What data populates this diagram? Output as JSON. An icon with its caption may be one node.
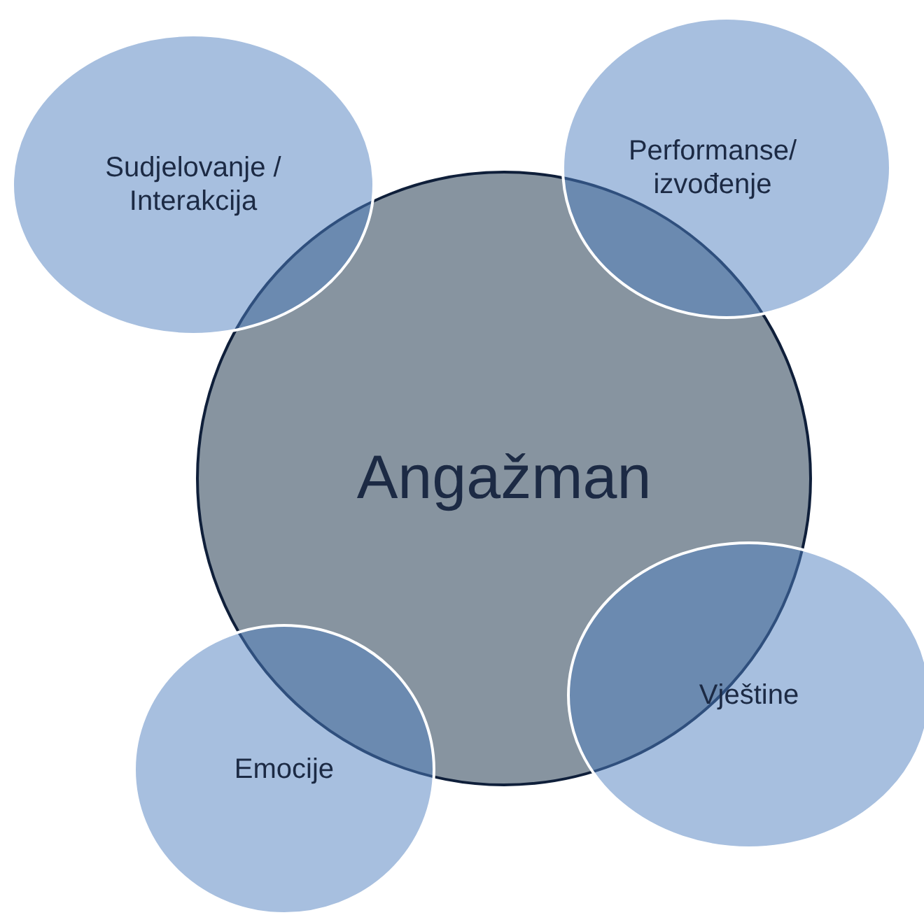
{
  "diagram": {
    "nodes": [
      {
        "text": [
          "Angažman"
        ]
      },
      {
        "text": [
          "Sudjelovanje / Interakcija"
        ]
      },
      {
        "text": [
          "Performanse/ izvođenje"
        ]
      },
      {
        "text": [
          "Vještine"
        ]
      },
      {
        "text": [
          "Emocije"
        ]
      }
    ]
  }
}
